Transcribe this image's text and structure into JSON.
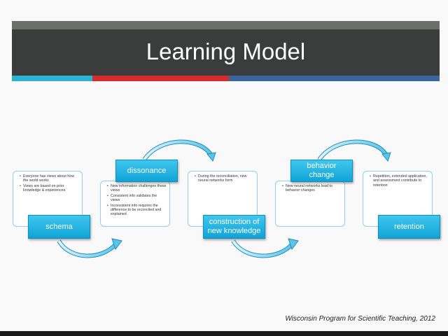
{
  "slide": {
    "title": "Learning Model",
    "credit": "Wisconsin Program for Scientific Teaching, 2012"
  },
  "colors": {
    "title_bar": "#3a3d3b",
    "stripe_cyan": "#2cb3d3",
    "stripe_red": "#d42e2f",
    "stripe_blue": "#3b67a0",
    "label_fill": "#1fb3e4",
    "card_border": "#8fd0ea"
  },
  "stages": [
    {
      "label": "schema",
      "points": [
        "Everyone has views about how the world works",
        "Views are based on prior knowledge & experiences"
      ]
    },
    {
      "label": "dissonance",
      "points": [
        "New information challenges these views",
        "Consistent info validates the views",
        "Inconsistent info requires the difference to be reconciled and explained"
      ]
    },
    {
      "label": "construction of new knowledge",
      "label_lines": [
        "construction of",
        "new knowledge"
      ],
      "points": [
        "During the reconciliation, new neural networks form"
      ]
    },
    {
      "label": "behavior change",
      "label_lines": [
        "behavior",
        "change"
      ],
      "points": [
        "New neural networks lead to behavior changes"
      ]
    },
    {
      "label": "retention",
      "points": [
        "Repetition, extended application, and assessment contribute to retention"
      ]
    }
  ]
}
